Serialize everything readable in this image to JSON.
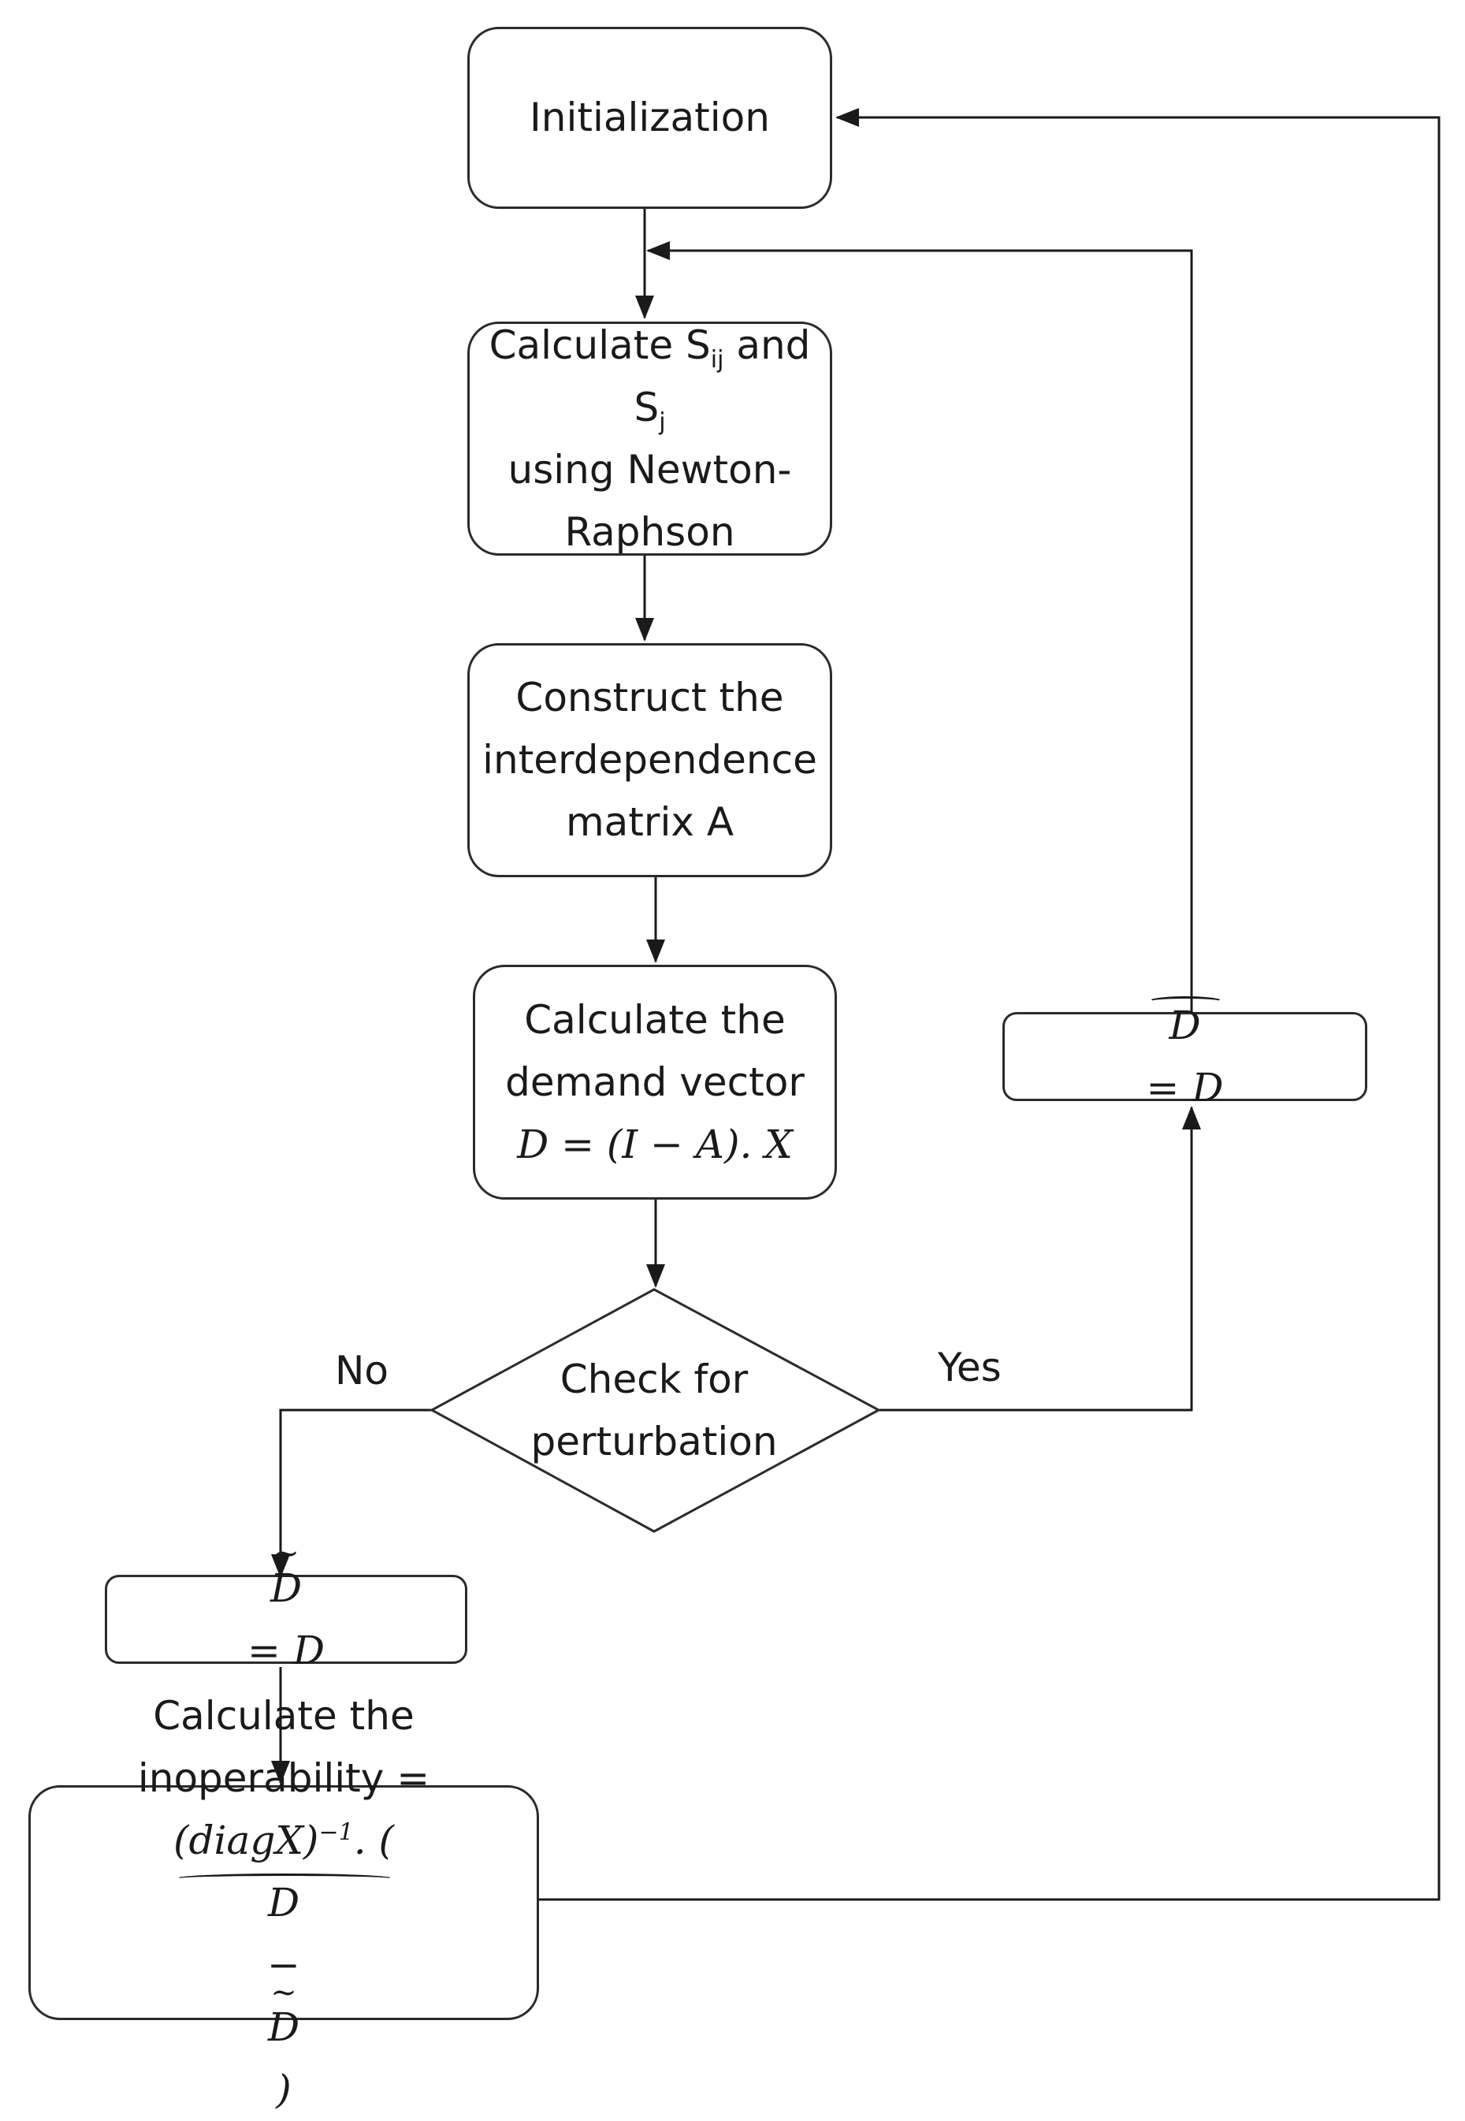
{
  "nodes": {
    "init": {
      "label": "Initialization"
    },
    "calc_s": {
      "line1_prefix": "Calculate S",
      "sub1": "ij",
      "line1_mid": " and S",
      "sub2": "j",
      "line2": "using Newton-",
      "line3": "Raphson"
    },
    "construct": {
      "line1": "Construct the",
      "line2": "interdependence",
      "line3": "matrix A"
    },
    "demand": {
      "line1": "Calculate the",
      "line2": "demand vector",
      "line3_math": "D = (I − A). X"
    },
    "check": {
      "line1": "Check for",
      "line2": "perturbation"
    },
    "d_hat": {
      "lhs": "D",
      "rest": " = D"
    },
    "d_tilde": {
      "lhs": "D",
      "rest": " = D"
    },
    "inop": {
      "line1": "Calculate the",
      "line2": "inoperability =",
      "line3_prefix": "(diagX)",
      "sup": "−1",
      "line3_mid": ". (",
      "hat_d": "D",
      "minus": " − ",
      "tilde_d": "D",
      "close": ")"
    }
  },
  "edges": {
    "no_label": "No",
    "yes_label": "Yes"
  },
  "colors": {
    "stroke": "#2b2b2b",
    "text": "#1a1a1a",
    "background": "#ffffff"
  }
}
